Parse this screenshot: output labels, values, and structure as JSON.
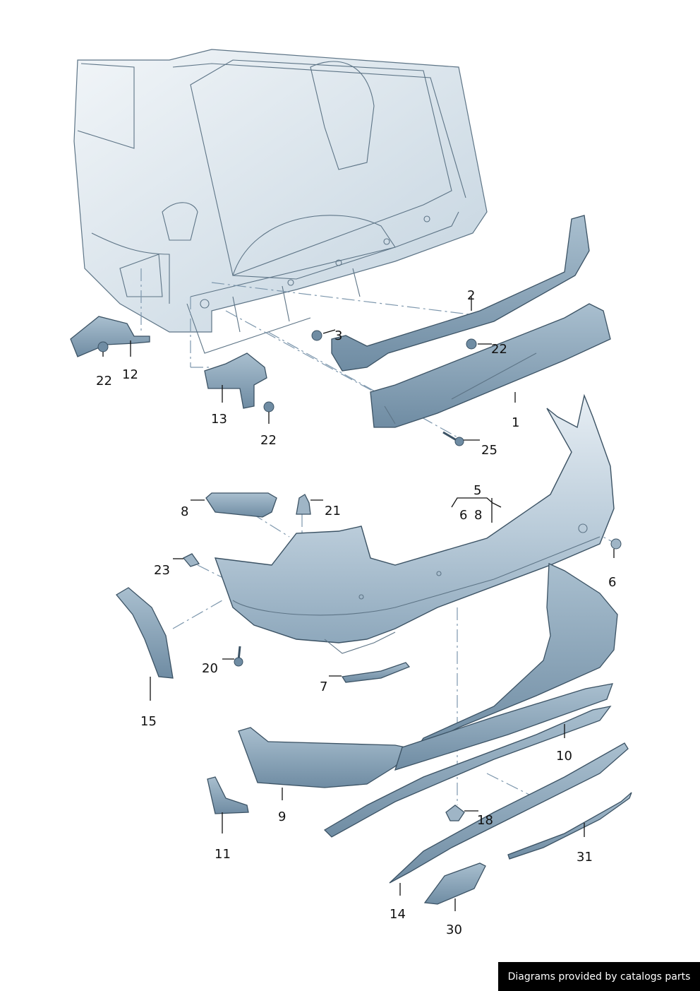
{
  "credit": "Diagrams provided by catalogs parts",
  "labels": {
    "p1": "1",
    "p2": "2",
    "p3": "3",
    "p5": "5",
    "p5a": "6",
    "p5b": "8",
    "p6": "6",
    "p7": "7",
    "p8": "8",
    "p9": "9",
    "p10": "10",
    "p11": "11",
    "p12": "12",
    "p13": "13",
    "p14": "14",
    "p15": "15",
    "p18": "18",
    "p20": "20",
    "p21": "21",
    "p22a": "22",
    "p22b": "22",
    "p22c": "22",
    "p23": "23",
    "p25": "25",
    "p30": "30",
    "p31": "31"
  },
  "colors": {
    "part_fill": "#b8cad8",
    "part_dark": "#8aa3b6",
    "body_fill": "#dbe5ed",
    "outline": "#3b5264"
  }
}
